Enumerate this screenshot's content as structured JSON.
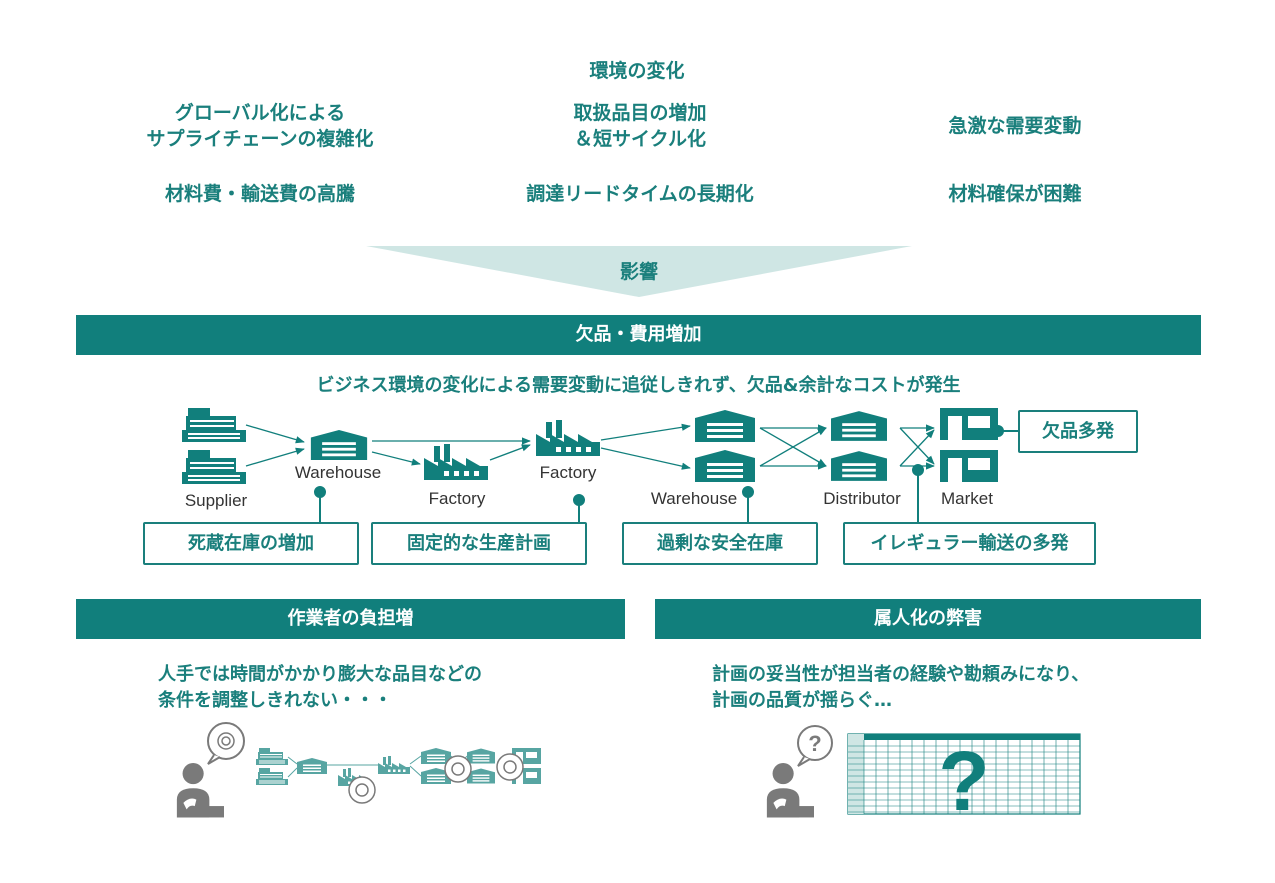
{
  "environment": {
    "title": "環境の変化",
    "causes": [
      {
        "line1": "グローバル化による",
        "line2": "サプライチェーンの複雑化"
      },
      {
        "line1": "取扱品目の増加",
        "line2": "＆短サイクル化"
      },
      {
        "line1": "急激な需要変動",
        "line2": ""
      },
      {
        "line1": "材料費・輸送費の高騰",
        "line2": ""
      },
      {
        "line1": "調達リードタイムの長期化",
        "line2": ""
      },
      {
        "line1": "材料確保が困難",
        "line2": ""
      }
    ],
    "impact_label": "影響"
  },
  "shortage": {
    "header": "欠品・費用増加",
    "subtitle": "ビジネス環境の変化による需要変動に追従しきれず、欠品&余計なコストが発生",
    "nodes": {
      "supplier": "Supplier",
      "warehouse1": "Warehouse",
      "factory1": "Factory",
      "factory2": "Factory",
      "warehouse2": "Warehouse",
      "distributor": "Distributor",
      "market": "Market"
    },
    "issues": {
      "dead_stock": "死蔵在庫の増加",
      "fixed_plan": "固定的な生産計画",
      "excess_safety": "過剰な安全在庫",
      "irregular_transport": "イレギュラー輸送の多発",
      "stockouts": "欠品多発"
    }
  },
  "workload": {
    "header": "作業者の負担増",
    "line1": "人手では時間がかかり膨大な品目などの",
    "line2": "条件を調整しきれない・・・"
  },
  "dependency": {
    "header": "属人化の弊害",
    "line1": "計画の妥当性が担当者の経験や勘頼みになり、",
    "line2": "計画の品質が揺らぐ…"
  },
  "colors": {
    "accent": "#117f7c",
    "accent_text": "#1a7f7c",
    "light": "#cfe6e4",
    "person": "#7a7a7a"
  }
}
